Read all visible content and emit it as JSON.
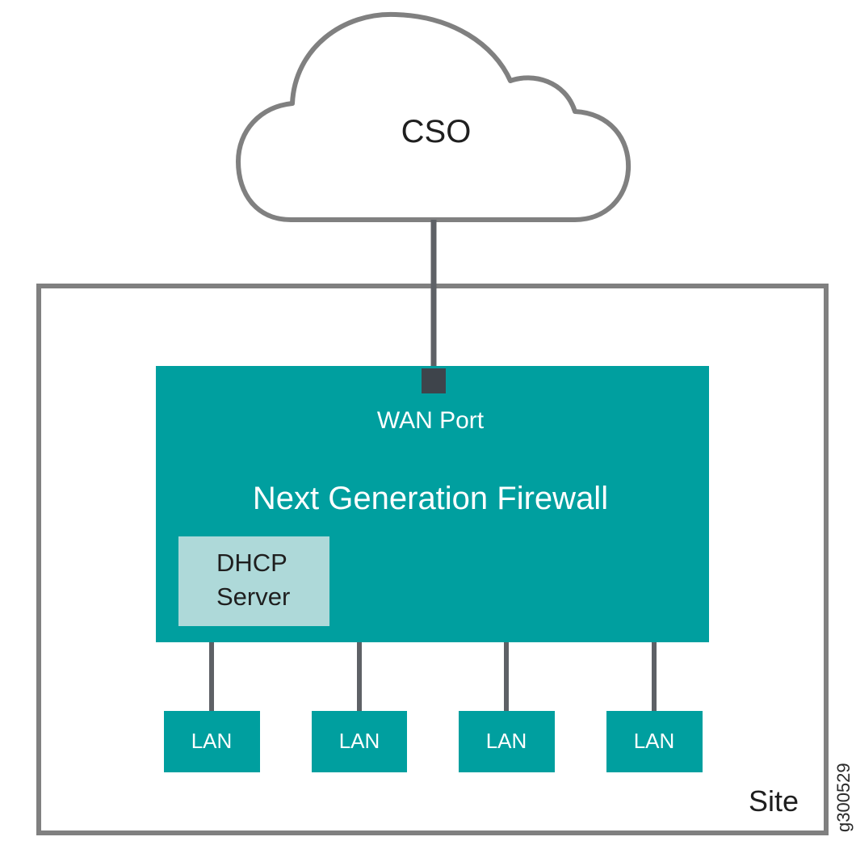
{
  "diagram": {
    "cloud": {
      "label": "CSO",
      "icon": "cloud-icon"
    },
    "site": {
      "label": "Site"
    },
    "firewall": {
      "label": "Next Generation Firewall",
      "wan_port_label": "WAN Port",
      "dhcp": {
        "line1": "DHCP",
        "line2": "Server"
      }
    },
    "lans": [
      {
        "label": "LAN"
      },
      {
        "label": "LAN"
      },
      {
        "label": "LAN"
      },
      {
        "label": "LAN"
      }
    ],
    "figure_id": "g300529"
  },
  "colors": {
    "teal": "#009f9f",
    "light_teal": "#aed9d9",
    "gray_line": "#707070",
    "dark_port": "#3e444b",
    "cloud_stroke": "#808080"
  }
}
